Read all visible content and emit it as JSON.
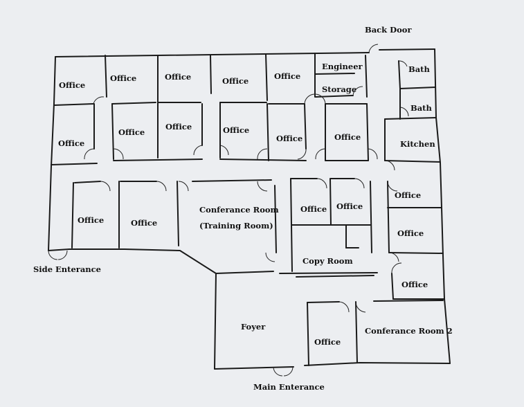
{
  "labels": {
    "back_door": "Back Door",
    "side_entrance": "Side Enterance",
    "main_entrance": "Main Enterance",
    "office": "Office",
    "engineer": "Engineer",
    "storage": "Storage",
    "bath": "Bath",
    "kitchen": "Kitchen",
    "conference_room": "Conferance Room",
    "training_room": "(Training Room)",
    "copy_room": "Copy Room",
    "foyer": "Foyer",
    "conference_room_2": "Conferance Room 2"
  }
}
